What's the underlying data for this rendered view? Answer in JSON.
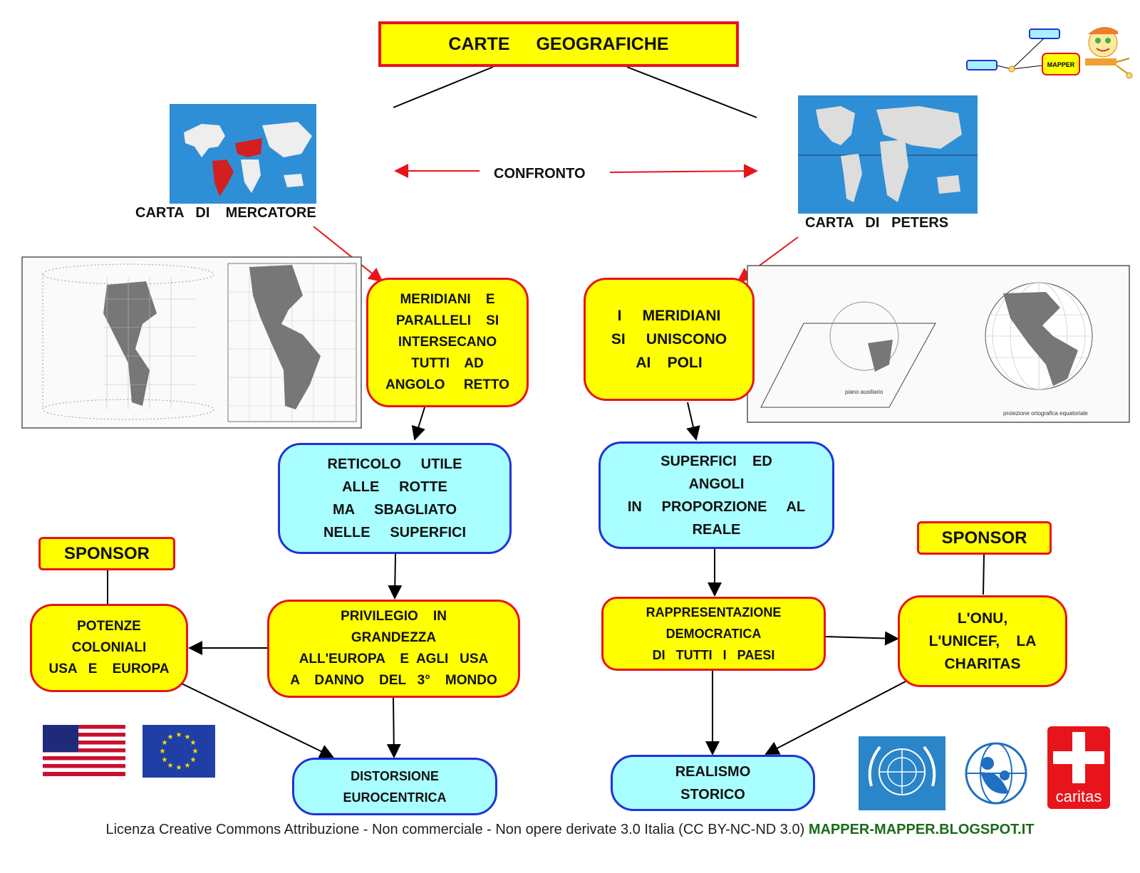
{
  "title": {
    "word1": "CARTE",
    "word2": "GEOGRAFICHE"
  },
  "confronto": "CONFRONTO",
  "mercatore": {
    "label": "CARTA   DI    MERCATORE"
  },
  "peters": {
    "label": "CARTA   DI   PETERS"
  },
  "logo": {
    "text": "MAPPER"
  },
  "left": {
    "box1": [
      "MERIDIANI    E",
      "PARALLELI    SI",
      "INTERSECANO",
      "TUTTI    AD",
      "ANGOLO     RETTO"
    ],
    "box2": [
      "RETICOLO     UTILE",
      "ALLE     ROTTE",
      "MA     SBAGLIATO",
      "NELLE     SUPERFICI"
    ],
    "box3": [
      "PRIVILEGIO    IN",
      "GRANDEZZA",
      "ALL'EUROPA    E  AGLI   USA",
      "A    DANNO    DEL   3°    MONDO"
    ],
    "box4": [
      "POTENZE",
      "COLONIALI",
      "USA   E    EUROPA"
    ],
    "box5": [
      "DISTORSIONE",
      "EUROCENTRICA"
    ],
    "sponsor": "SPONSOR"
  },
  "right": {
    "box1": [
      "I     MERIDIANI",
      "SI     UNISCONO",
      "AI    POLI"
    ],
    "box2": [
      "SUPERFICI    ED",
      "ANGOLI",
      "IN     PROPORZIONE     AL",
      "REALE"
    ],
    "box3": [
      "RAPPRESENTAZIONE",
      "DEMOCRATICA",
      "DI   TUTTI   I   PAESI"
    ],
    "box4": [
      "L'ONU,",
      "L'UNICEF,    LA",
      "CHARITAS"
    ],
    "box5": [
      "REALISMO",
      "STORICO"
    ],
    "sponsor": "SPONSOR"
  },
  "projection_labels": {
    "aux": "piano ausiliario",
    "ortho": "proiezione ortografica equatoriale"
  },
  "caritas_logo": "caritas",
  "footer": {
    "license": "Licenza Creative Commons Attribuzione - Non commerciale - Non opere derivate 3.0 Italia (CC BY-NC-ND 3.0) ",
    "url": "MAPPER-MAPPER.BLOGSPOT.IT"
  },
  "colors": {
    "yellow": "#ffff00",
    "red_border": "#e8141b",
    "cyan": "#a9ffff",
    "blue_border": "#1f33d9",
    "url_green": "#1a6b1a"
  }
}
